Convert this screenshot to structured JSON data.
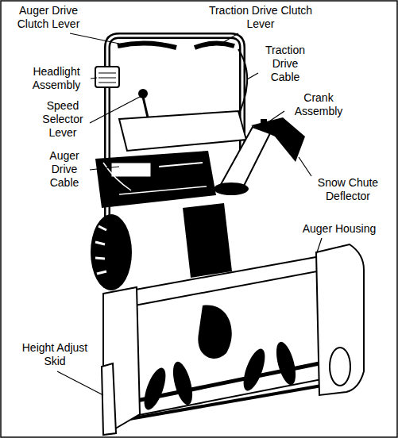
{
  "diagram": {
    "labels": [
      "Auger Drive Clutch Lever",
      "Traction Drive Clutch Lever",
      "Headlight Assembly",
      "Traction Drive Cable",
      "Speed Selector Lever",
      "Crank Assembly",
      "Auger Drive Cable",
      "Snow Chute Deflector",
      "Auger Housing",
      "Height Adjust Skid"
    ]
  }
}
